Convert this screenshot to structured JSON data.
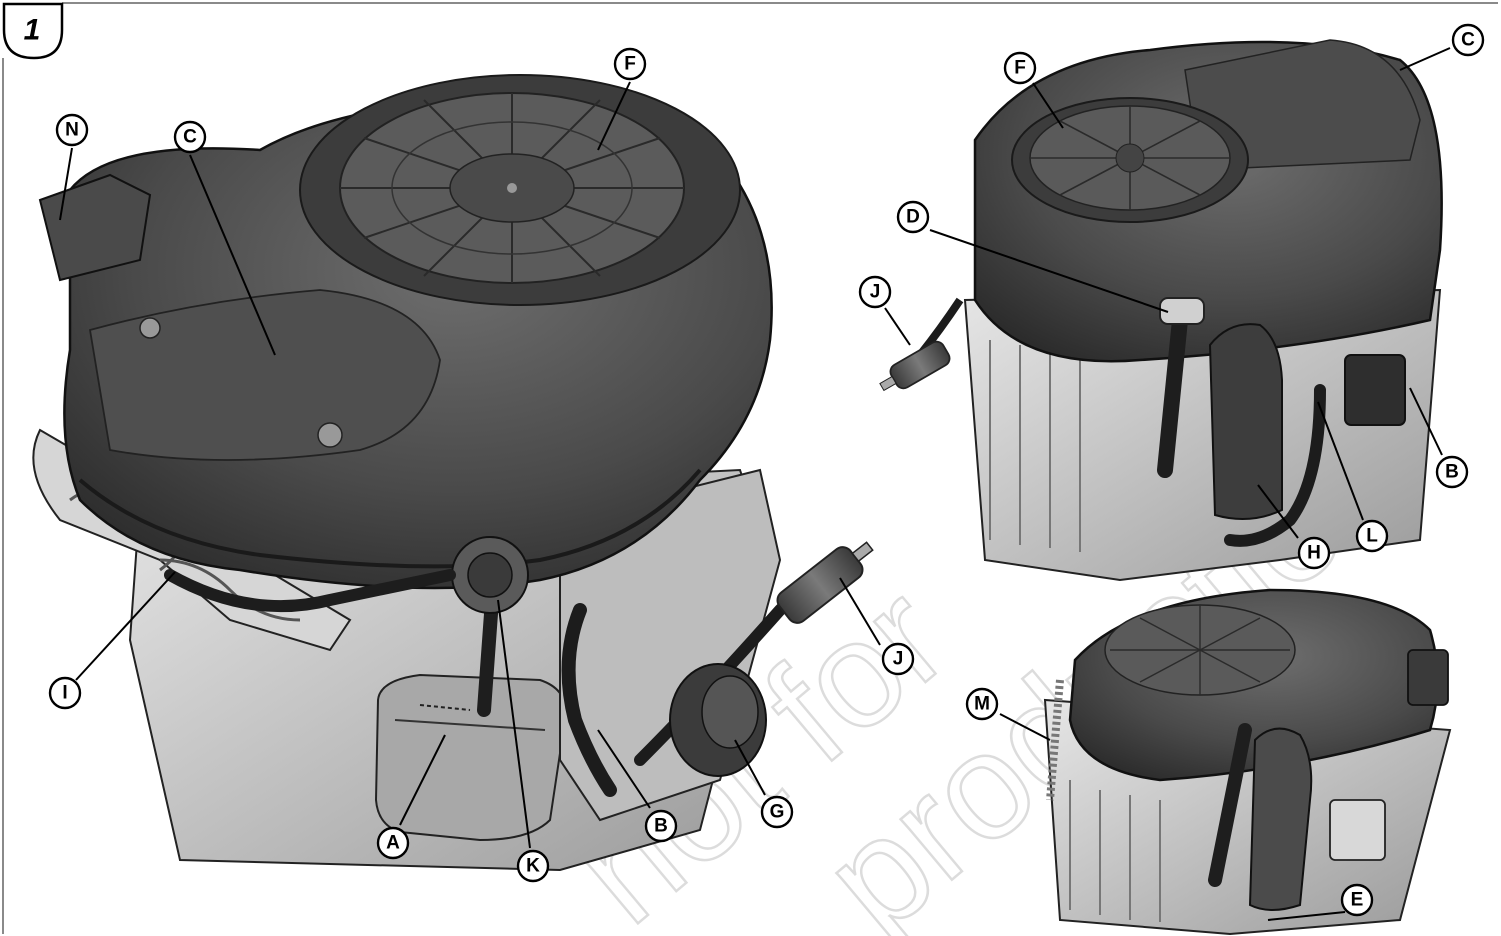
{
  "figure": {
    "number": "1"
  },
  "watermark": {
    "line1": "not for",
    "line2": "production"
  },
  "callouts": {
    "n_main": "N",
    "c_main": "C",
    "f_main": "F",
    "i_main": "I",
    "a_main": "A",
    "k_main": "K",
    "b_main": "B",
    "g_main": "G",
    "j_main": "J",
    "f_top": "F",
    "c_top": "C",
    "d_top": "D",
    "j_top": "J",
    "b_top": "B",
    "l_top": "L",
    "h_top": "H",
    "m_bot": "M",
    "e_bot": "E"
  },
  "colors": {
    "shroud": "#4a4a4a",
    "shroud_dark": "#2f2f2f",
    "shroud_light": "#707070",
    "metal": "#c8c8c8",
    "metal_dark": "#8e8e8e",
    "line": "#000000"
  }
}
